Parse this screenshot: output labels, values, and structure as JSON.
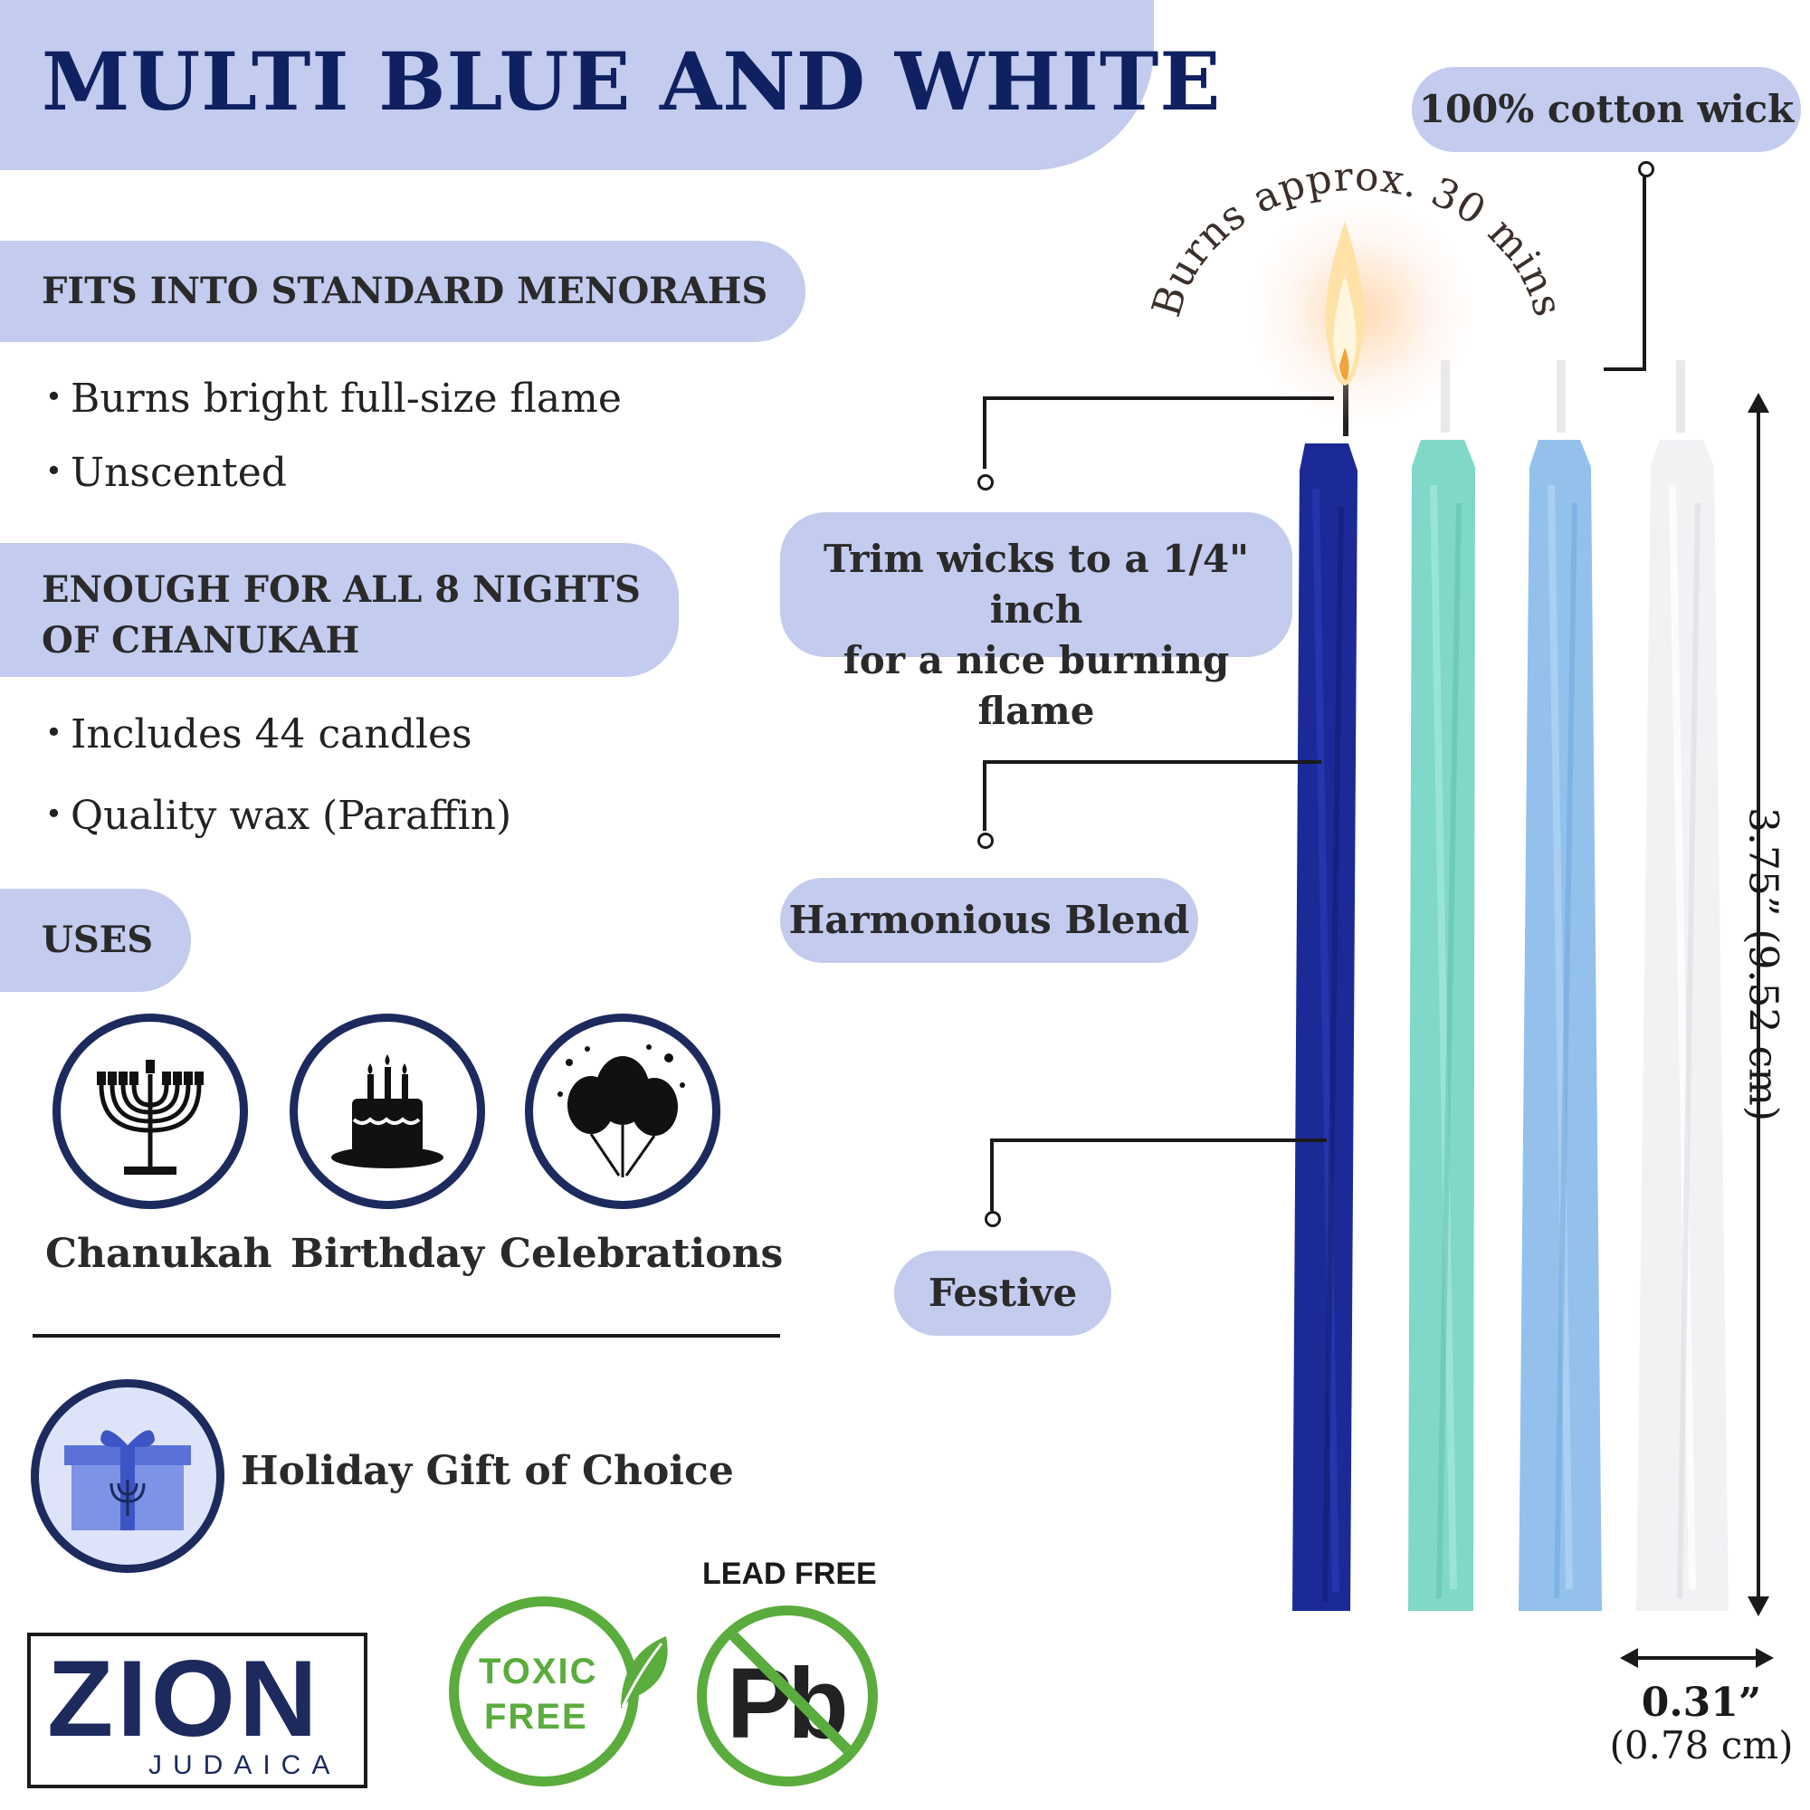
{
  "title": "MULTI BLUE AND WHITE",
  "sections": {
    "menorahs": "FITS INTO STANDARD MENORAHS",
    "menorahs_bullets": [
      "Burns bright full-size flame",
      "Unscented"
    ],
    "nights_line1": "ENOUGH FOR ALL 8 NIGHTS",
    "nights_line2": "OF CHANUKAH",
    "nights_bullets": [
      "Includes 44 candles",
      "Quality wax (Paraffin)"
    ],
    "uses": "USES"
  },
  "uses": [
    {
      "label": "Chanukah",
      "icon": "menorah-icon"
    },
    {
      "label": "Birthday",
      "icon": "birthday-cake-icon"
    },
    {
      "label": "Celebrations",
      "icon": "balloons-icon"
    }
  ],
  "gift": {
    "label": "Holiday Gift of Choice",
    "icon": "gift-box-icon"
  },
  "brand": {
    "name": "ZION",
    "sub": "JUDAICA"
  },
  "badges": {
    "lead_free": "LEAD FREE",
    "toxic_line1": "TOXIC",
    "toxic_line2": "FREE",
    "pb": "Pb"
  },
  "callouts": {
    "wick": "100% cotton wick",
    "burn_time": "Burns approx. 30 mins",
    "trim_line1": "Trim wicks to a 1/4\" inch",
    "trim_line2": "for a nice burning flame",
    "harmonious": "Harmonious Blend",
    "festive": "Festive"
  },
  "dimensions": {
    "height": "3.75” (9.52 cm)",
    "width_line1": "0.31”",
    "width_line2": "(0.78 cm)"
  },
  "candles": [
    {
      "color": "#1b2a96",
      "name": "dark-blue-candle"
    },
    {
      "color": "#7fd8c8",
      "name": "teal-candle"
    },
    {
      "color": "#93c1ec",
      "name": "light-blue-candle"
    },
    {
      "color": "#f1f2f4",
      "name": "white-candle"
    }
  ],
  "colors": {
    "accent": "#c3cbee",
    "navy": "#0f2160",
    "green": "#5aac3d"
  }
}
